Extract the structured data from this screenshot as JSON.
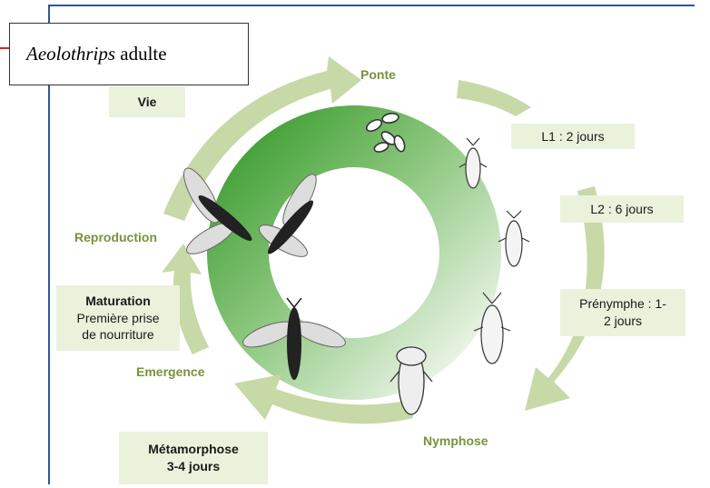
{
  "title": {
    "italic": "Aeolothrips",
    "rest": " adulte"
  },
  "boxes": {
    "vie": "Vie",
    "l1": "L1 : 2 jours",
    "l2": "L2 : 6 jours",
    "prenymphe_1": "Prénymphe : 1-",
    "prenymphe_2": "2 jours",
    "maturation_1": "Maturation",
    "maturation_2": "Première prise",
    "maturation_3": "de nourriture",
    "metamorphose_1": "Métamorphose",
    "metamorphose_2": "3-4 jours"
  },
  "phases": {
    "ponte": "Ponte",
    "reproduction": "Reproduction",
    "emergence": "Emergence",
    "nymphose": "Nymphose"
  },
  "colors": {
    "frame": "#2f5597",
    "ring_dark": "#4aa63a",
    "ring_light": "#e6f1e0",
    "arrow": "#c6d9a7",
    "label_green": "#77933c",
    "box_bg": "#eaf2dc",
    "title_pointer": "#e02020"
  },
  "icons": [
    "egg-cluster-icon",
    "larva-l1-icon",
    "larva-l2-icon",
    "prenymph-icon",
    "nymph-icon",
    "adult-thrips-icon",
    "mating-thrips-icon"
  ]
}
